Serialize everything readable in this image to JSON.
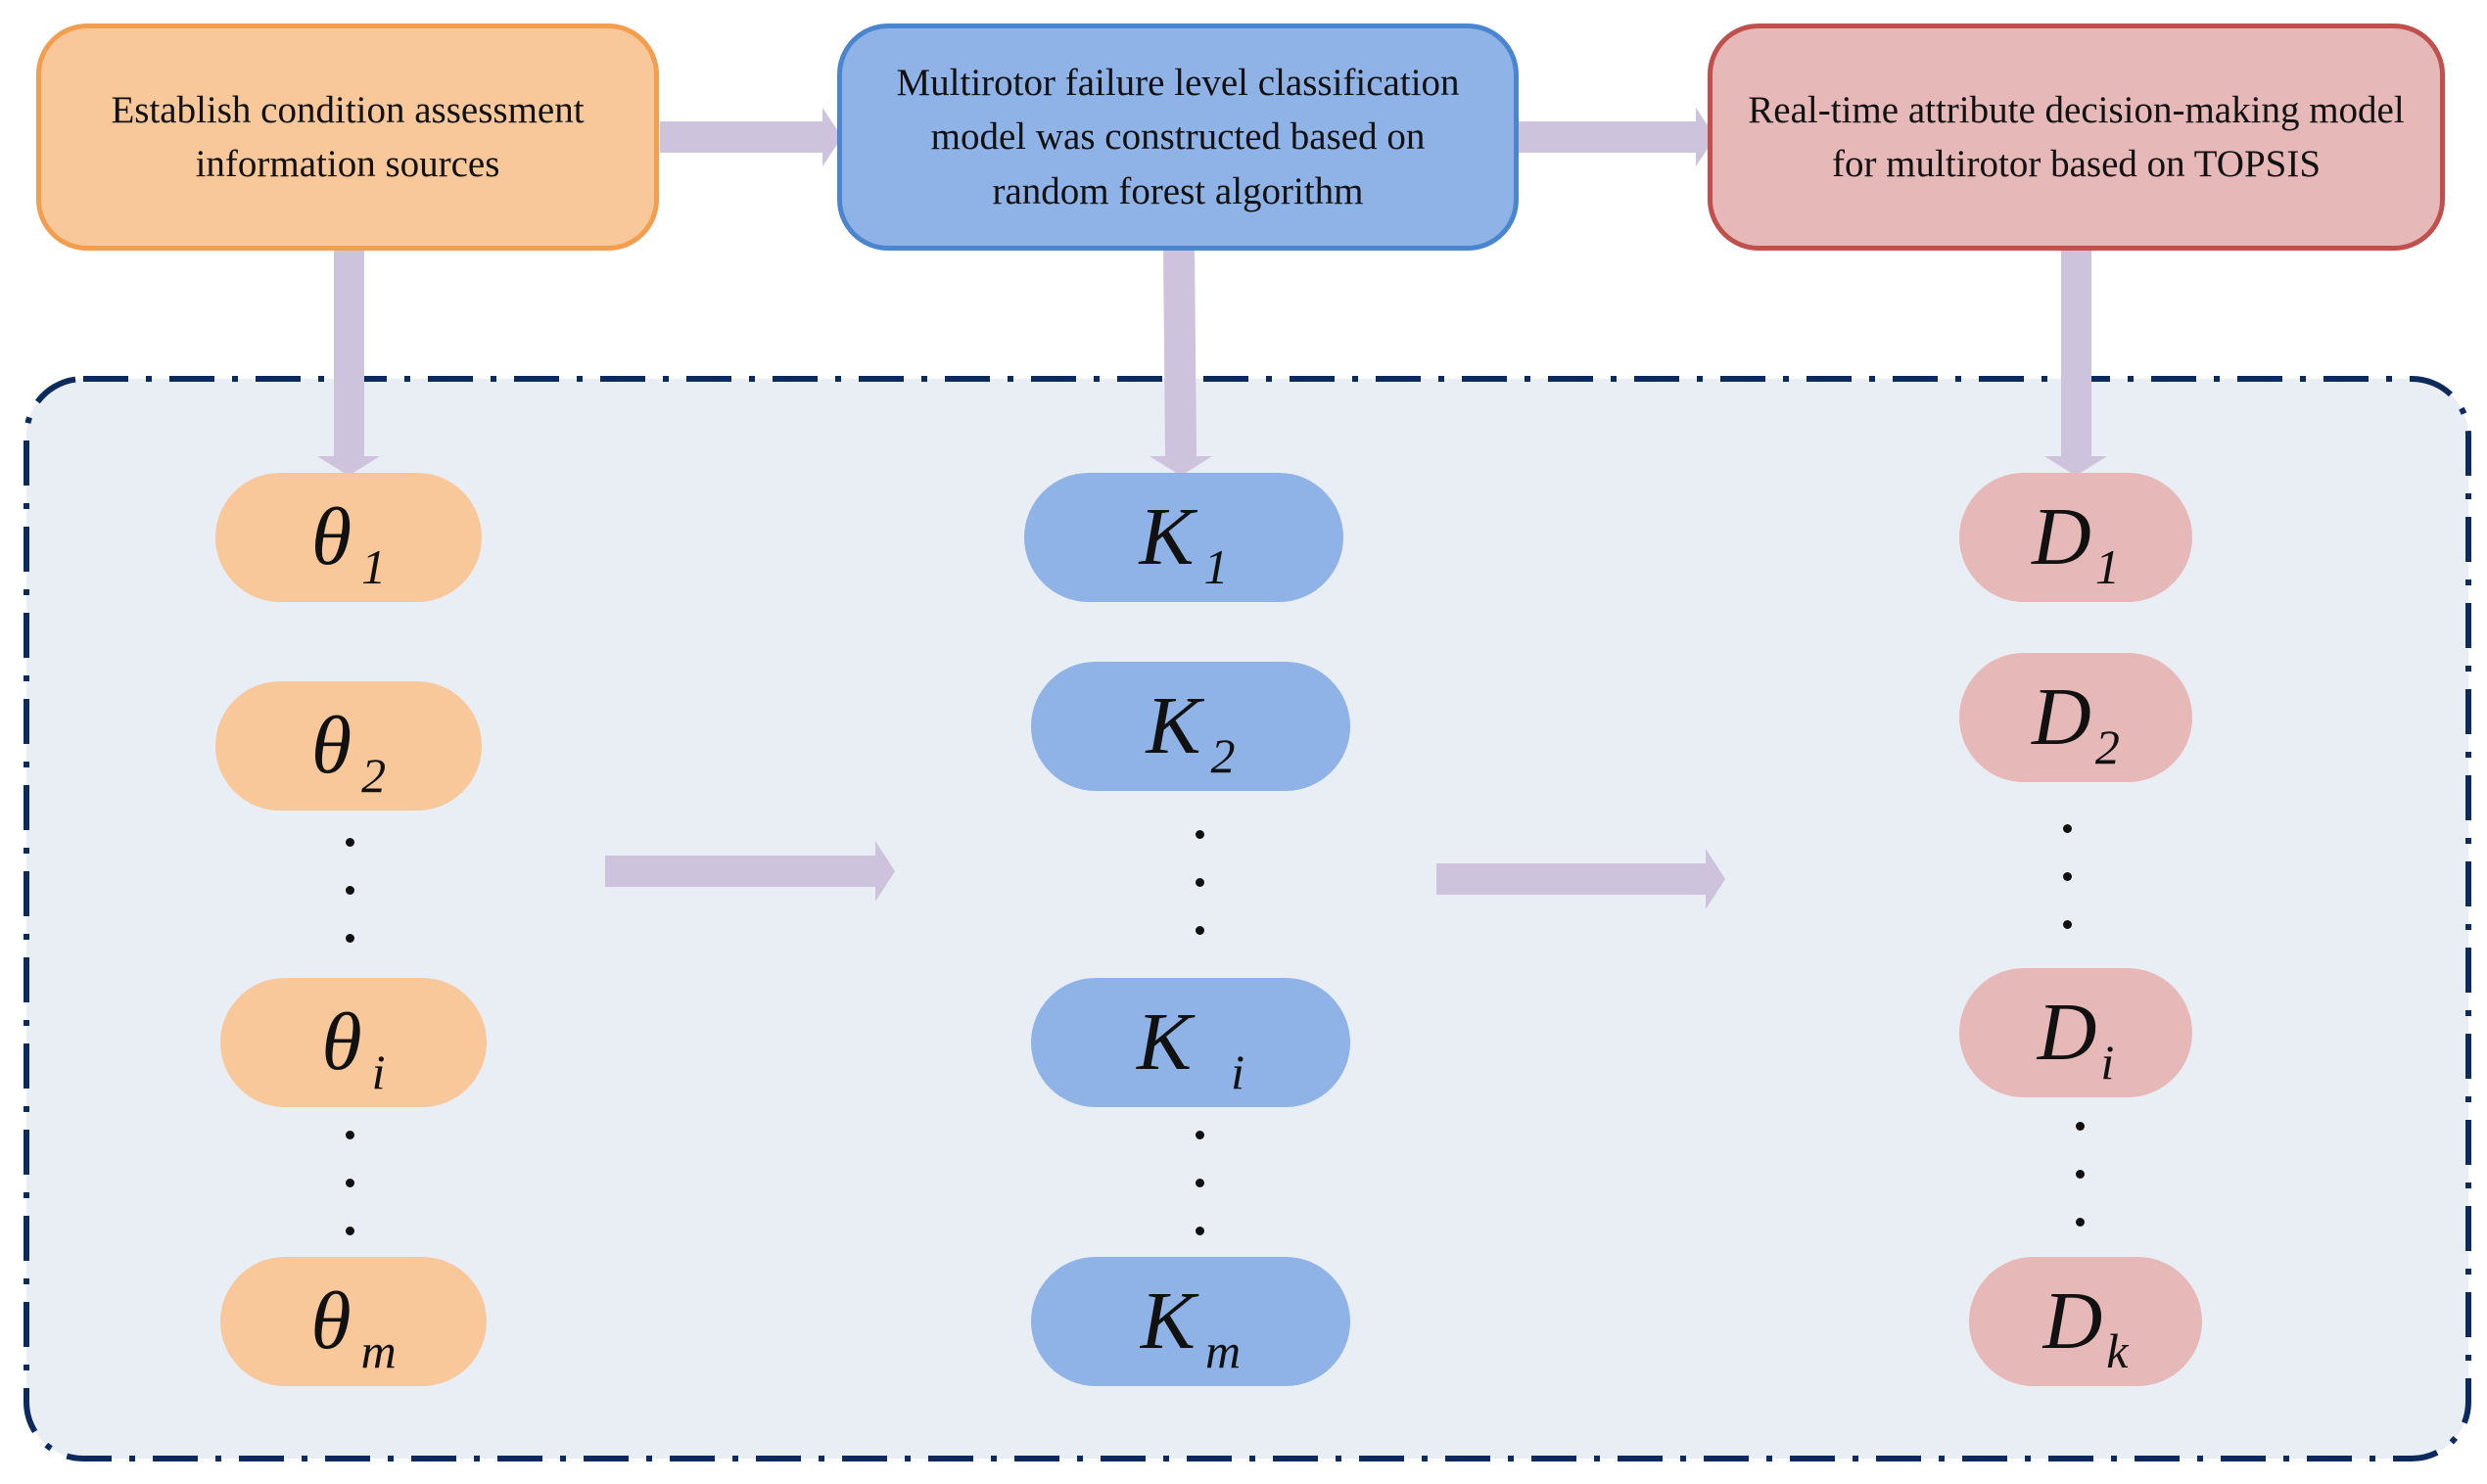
{
  "top_boxes": {
    "establish": "Establish condition assessment\ninformation sources",
    "classification": "Multirotor failure level classification\nmodel was constructed based on\nrandom forest algorithm",
    "decision": "Real-time attribute decision-making model\nfor multirotor based on TOPSIS"
  },
  "theta_column": [
    {
      "symbol": "θ",
      "sub": "1"
    },
    {
      "symbol": "θ",
      "sub": "2"
    },
    {
      "symbol": "θ",
      "sub": "i"
    },
    {
      "symbol": "θ",
      "sub": "m"
    }
  ],
  "k_column": [
    {
      "symbol": "K",
      "sub": "1"
    },
    {
      "symbol": "K",
      "sub": "2"
    },
    {
      "symbol": "K",
      "sub": "i"
    },
    {
      "symbol": "K",
      "sub": "m"
    }
  ],
  "d_column": [
    {
      "symbol": "D",
      "sub": "1"
    },
    {
      "symbol": "D",
      "sub": "2"
    },
    {
      "symbol": "D",
      "sub": "i"
    },
    {
      "symbol": "D",
      "sub": "k"
    }
  ],
  "colors": {
    "orange_fill": "#f8c79a",
    "orange_border": "#f39d4e",
    "blue_fill": "#8fb3e6",
    "blue_border": "#4a85cf",
    "red_fill": "#e6b8b8",
    "red_border": "#c0504d",
    "arrow": "#cdc3dc",
    "panel_fill": "#e9edf4",
    "panel_border": "#0d2a5c"
  }
}
